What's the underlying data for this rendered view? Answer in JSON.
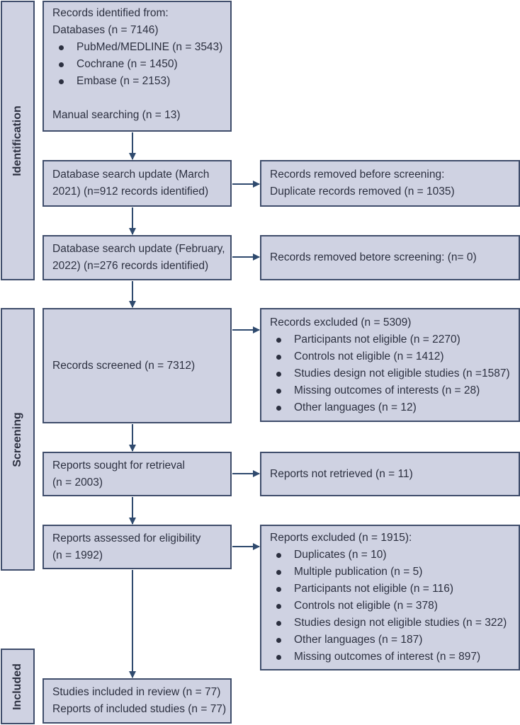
{
  "stages": {
    "identification": "Identification",
    "screening": "Screening",
    "included": "Included"
  },
  "identified": {
    "title": "Records identified from:",
    "databases": "Databases (n = 7146)",
    "items": [
      "PubMed/MEDLINE (n = 3543)",
      "Cochrane (n = 1450)",
      "Embase (n = 2153)"
    ],
    "manual": "Manual searching (n = 13)"
  },
  "update_march": [
    "Database search update (March",
    "2021) (n=912 records identified)"
  ],
  "removed_march": [
    "Records removed before screening:",
    "Duplicate records removed (n = 1035)"
  ],
  "update_february": [
    "Database search update (February,",
    "2022) (n=276 records identified)"
  ],
  "removed_february": "Records removed betore screening: (n= 0)",
  "screened": "Records screened (n = 7312)",
  "excluded": {
    "title": "Records excluded (n = 5309)",
    "items": [
      "Participants not eligible (n = 2270)",
      "Controls not eligible (n = 1412)",
      "Studies design not eligible studies (n =1587)",
      "Missing outcomes of interests (n = 28)",
      "Other languages (n = 12)"
    ]
  },
  "sought": [
    "Reports sought for retrieval",
    "(n = 2003)"
  ],
  "not_retrieved": "Reports not retrieved (n = 11)",
  "assessed": [
    "Reports assessed for eligibility",
    "(n = 1992)"
  ],
  "reports_excluded": {
    "title": "Reports excluded (n = 1915):",
    "items": [
      "Duplicates  (n = 10)",
      "Multiple publication (n = 5)",
      "Participants not eligible (n = 116)",
      "Controls not eligible (n = 378)",
      "Studies design not eligible studies (n = 322)",
      "Other languages (n = 187)",
      "Missing outcomes of interest (n = 897)"
    ]
  },
  "included": [
    "Studies included in review (n = 77)",
    "Reports of included studies (n = 77)"
  ],
  "colors": {
    "box_fill": "#cfd2e2",
    "border": "#3f4d6b",
    "arrow": "#2f4a6e",
    "text": "#2c3040"
  }
}
